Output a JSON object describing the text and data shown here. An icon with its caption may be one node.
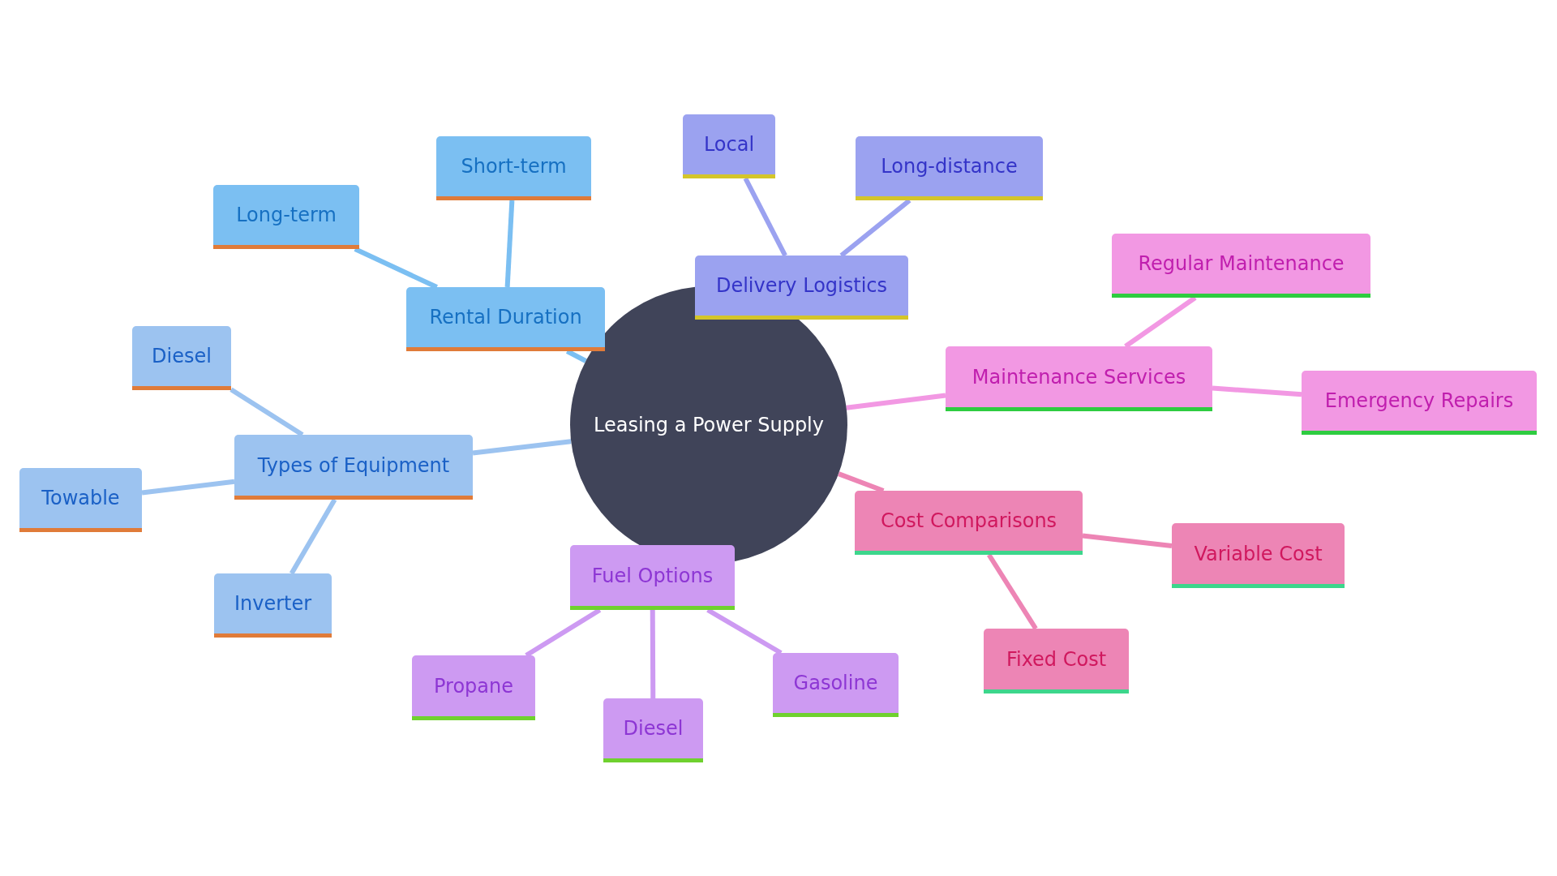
{
  "diagram": {
    "nodes": [
      {
        "text": [
          "Leasing a Power Supply"
        ]
      },
      {
        "text": [
          "Rental Duration"
        ]
      },
      {
        "text": [
          "Long-term"
        ]
      },
      {
        "text": [
          "Short-term"
        ]
      },
      {
        "text": [
          "Delivery Logistics"
        ]
      },
      {
        "text": [
          "Local"
        ]
      },
      {
        "text": [
          "Long-distance"
        ]
      },
      {
        "text": [
          "Maintenance Services"
        ]
      },
      {
        "text": [
          "Regular Maintenance"
        ]
      },
      {
        "text": [
          "Emergency Repairs"
        ]
      },
      {
        "text": [
          "Cost Comparisons"
        ]
      },
      {
        "text": [
          "Variable Cost"
        ]
      },
      {
        "text": [
          "Fixed Cost"
        ]
      },
      {
        "text": [
          "Fuel Options"
        ]
      },
      {
        "text": [
          "Propane"
        ]
      },
      {
        "text": [
          "Diesel"
        ]
      },
      {
        "text": [
          "Gasoline"
        ]
      },
      {
        "text": [
          "Types of Equipment"
        ]
      },
      {
        "text": [
          "Diesel"
        ]
      },
      {
        "text": [
          "Towable"
        ]
      },
      {
        "text": [
          "Inverter"
        ]
      }
    ],
    "edges": [
      {
        "from": 0,
        "to": 1,
        "arrow": "none",
        "color": "#7bbff2"
      },
      {
        "from": 1,
        "to": 2,
        "arrow": "none",
        "color": "#7bbff2"
      },
      {
        "from": 1,
        "to": 3,
        "arrow": "none",
        "color": "#7bbff2"
      },
      {
        "from": 4,
        "to": 5,
        "arrow": "none",
        "color": "#9ba2f0"
      },
      {
        "from": 4,
        "to": 6,
        "arrow": "none",
        "color": "#9ba2f0"
      },
      {
        "from": 0,
        "to": 7,
        "arrow": "none",
        "color": "#f298e3"
      },
      {
        "from": 7,
        "to": 8,
        "arrow": "none",
        "color": "#f298e3"
      },
      {
        "from": 7,
        "to": 9,
        "arrow": "none",
        "color": "#f298e3"
      },
      {
        "from": 0,
        "to": 10,
        "arrow": "none",
        "color": "#ed85b5"
      },
      {
        "from": 10,
        "to": 11,
        "arrow": "none",
        "color": "#ed85b5"
      },
      {
        "from": 10,
        "to": 12,
        "arrow": "none",
        "color": "#ed85b5"
      },
      {
        "from": 13,
        "to": 14,
        "arrow": "none",
        "color": "#cd9af2"
      },
      {
        "from": 13,
        "to": 15,
        "arrow": "none",
        "color": "#cd9af2"
      },
      {
        "from": 13,
        "to": 16,
        "arrow": "none",
        "color": "#cd9af2"
      },
      {
        "from": 0,
        "to": 17,
        "arrow": "none",
        "color": "#9cc3f0"
      },
      {
        "from": 17,
        "to": 18,
        "arrow": "none",
        "color": "#9cc3f0"
      },
      {
        "from": 17,
        "to": 19,
        "arrow": "none",
        "color": "#9cc3f0"
      },
      {
        "from": 17,
        "to": 20,
        "arrow": "none",
        "color": "#9cc3f0"
      }
    ]
  }
}
